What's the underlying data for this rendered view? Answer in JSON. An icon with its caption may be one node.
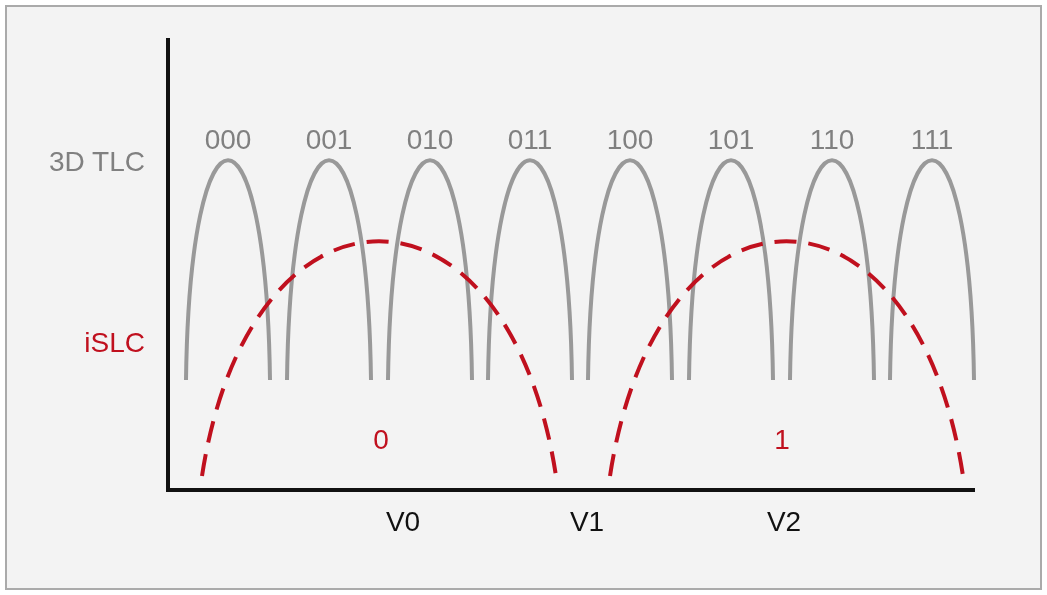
{
  "diagram": {
    "labels": [
      "000",
      "001",
      "010",
      "011",
      "100",
      "101",
      "110",
      "111",
      "3D TLC",
      "iSLC",
      "0",
      "1",
      "V0",
      "V1",
      "V2"
    ]
  }
}
